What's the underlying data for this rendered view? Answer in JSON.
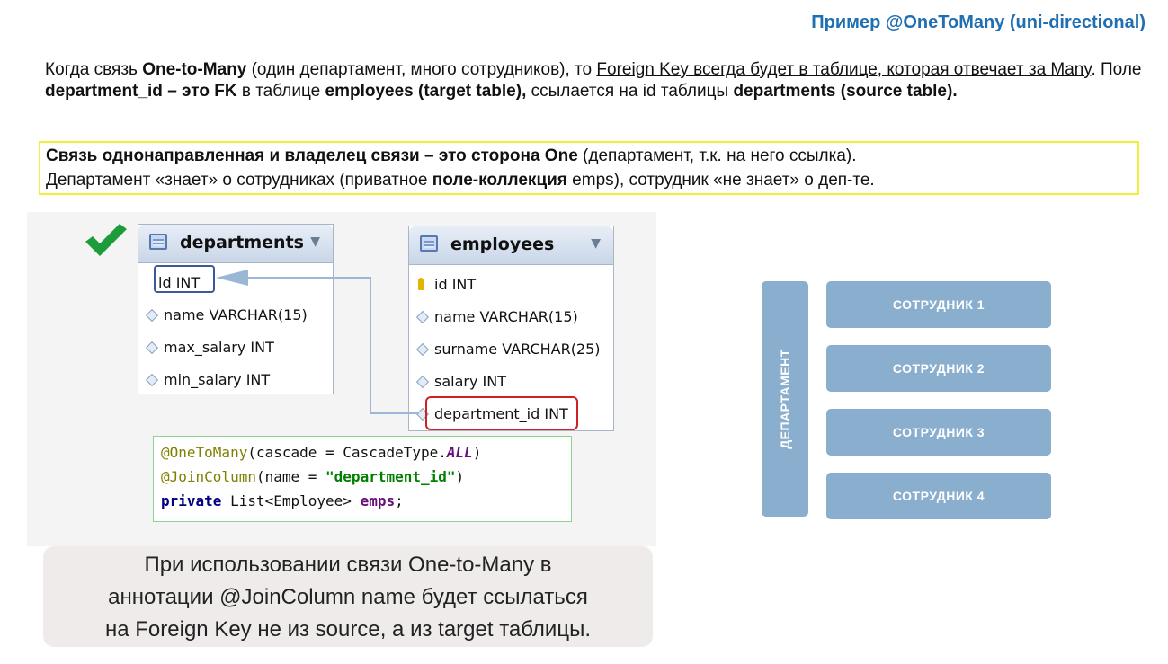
{
  "title": "Пример @OneToMany (uni-directional)",
  "intro": {
    "p1": "Когда связь ",
    "p2": "One-to-Many",
    "p3": " (один департамент, много сотрудников), то ",
    "p4": "Foreign Key всегда будет в таблице, которая отвечает за Many",
    "p5": ". Поле ",
    "p6": "department_id – это FK",
    "p7": " в таблице ",
    "p8": "employees (target table),",
    "p9": " ссылается на id таблицы ",
    "p10": "departments (source table)."
  },
  "note": {
    "p1": "Связь однонаправленная и владелец связи – это сторона One",
    "p2": " (департамент, т.к. на него ссылка).",
    "p3": "Департамент «знает» о сотрудниках (приватное ",
    "p4": "поле-коллекция",
    "p5": " emps), сотрудник «не знает» о деп-те."
  },
  "departments": {
    "name": "departments",
    "columns": [
      "id INT",
      "name VARCHAR(15)",
      "max_salary INT",
      "min_salary INT"
    ]
  },
  "employees": {
    "name": "employees",
    "columns": [
      "id INT",
      "name VARCHAR(15)",
      "surname VARCHAR(25)",
      "salary INT",
      "department_id INT"
    ]
  },
  "code": {
    "l1_ann": "@OneToMany",
    "l1_rest": "(cascade = CascadeType.",
    "l1_enum": "ALL",
    "l1_end": ")",
    "l2_ann": "@JoinColumn",
    "l2_rest": "(name = ",
    "l2_str": "\"department_id\"",
    "l2_end": ")",
    "l3_kw": "private",
    "l3_rest": " List<Employee> ",
    "l3_fld": "emps",
    "l3_end": ";"
  },
  "callout": {
    "line1": "При использовании связи One-to-Many в",
    "line2": "аннотации @JoinColumn name будет ссылаться",
    "line3": "на Foreign Key не из source, а из target таблицы."
  },
  "schema": {
    "department": "ДЕПАРТАМЕНТ",
    "employees": [
      "СОТРУДНИК 1",
      "СОТРУДНИК 2",
      "СОТРУДНИК 3",
      "СОТРУДНИК 4"
    ]
  },
  "colors": {
    "title": "#1f6fb2",
    "note_border": "#f2ef3a",
    "schema_box": "#8aaecd",
    "fk_highlight": "#d02020",
    "pk_highlight": "#3b5a98",
    "check": "#1e9b3a"
  }
}
